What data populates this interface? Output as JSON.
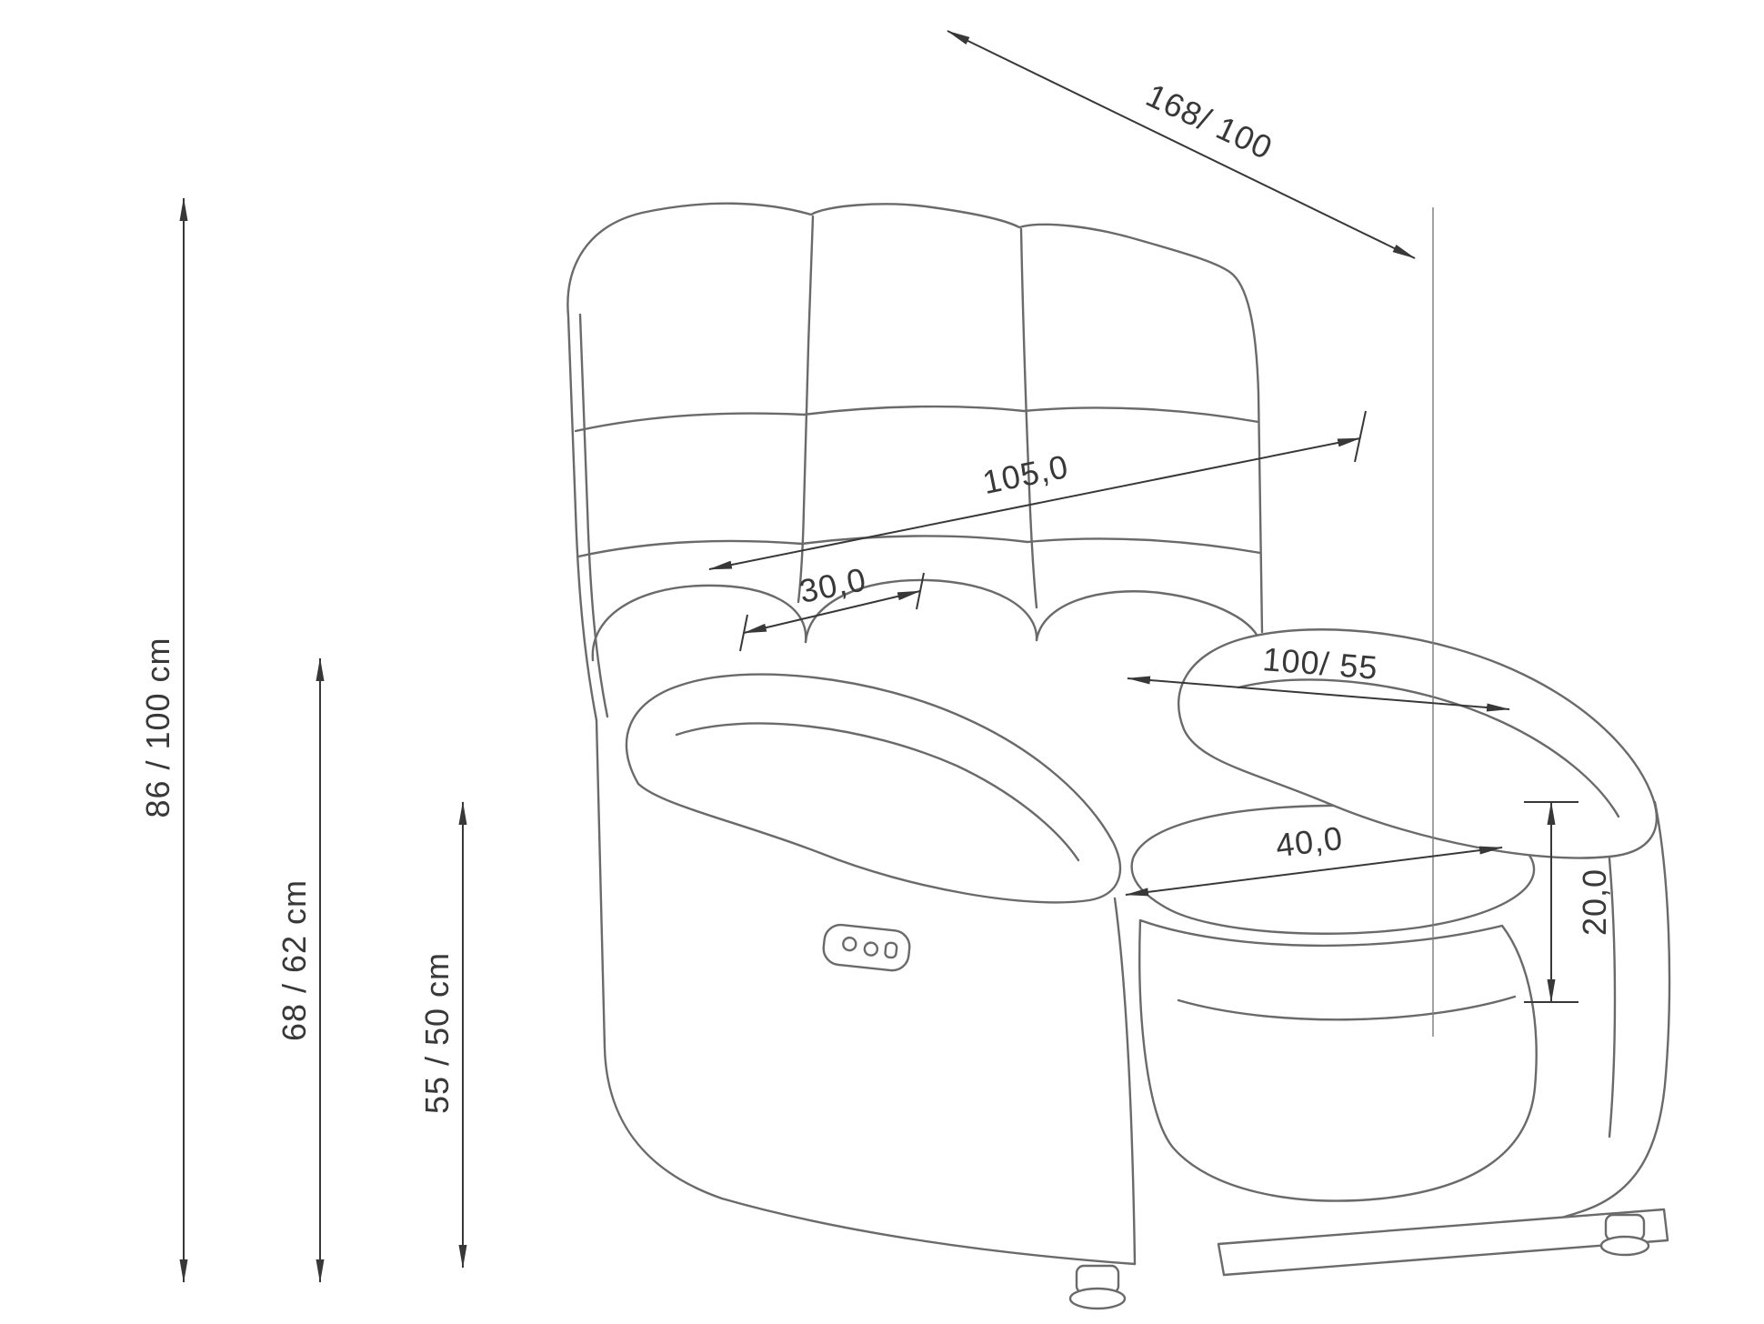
{
  "diagram": {
    "type": "furniture-dimension-drawing",
    "subject": "recliner armchair technical line drawing with dimension arrows",
    "unit": "cm",
    "line_color": "#6a6a6a",
    "dimension_color": "#383838",
    "labels": {
      "overall_height": "86 /  100 cm",
      "back_height": "68 /  62 cm",
      "armrest_height": "55 /  50 cm",
      "depth_upright_reclined": "168/ 100",
      "overall_width": "105,0",
      "armrest_width": "30,0",
      "seat_depth": "100/  55",
      "seat_width": "40,0",
      "armrest_pad_height": "20,0"
    },
    "icons": {
      "power_switch": "power-switch-panel"
    }
  }
}
